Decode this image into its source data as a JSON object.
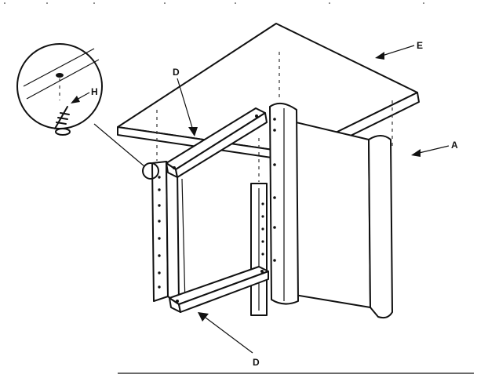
{
  "labels": {
    "top": "E",
    "side": "A",
    "upper_rail": "D",
    "lower_rail": "D",
    "screw": "H"
  }
}
